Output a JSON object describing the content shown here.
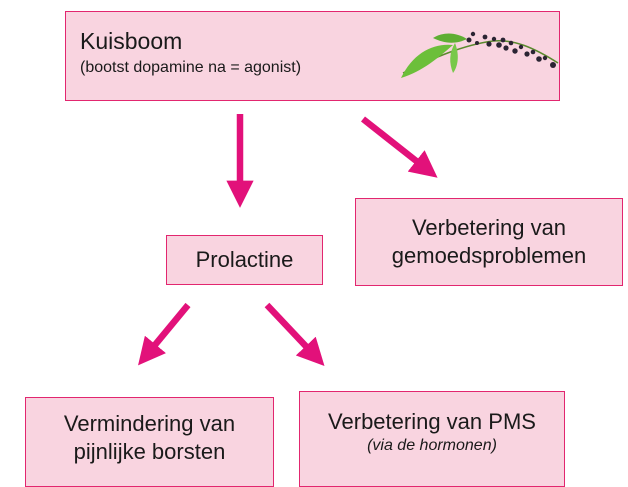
{
  "kuisboom": {
    "title": "Kuisboom",
    "subtitle": "(bootst dopamine na = agonist)"
  },
  "prolactine": {
    "label": "Prolactine"
  },
  "gemoed": {
    "line1": "Verbetering van",
    "line2": "gemoedsproblemen"
  },
  "borsten": {
    "line1": "Vermindering van",
    "line2": "pijnlijke borsten"
  },
  "pms": {
    "line1": "Verbetering van PMS",
    "line2": "(via de hormonen)"
  },
  "colors": {
    "box_fill": "#f9d4e0",
    "box_border": "#e2266f",
    "arrow": "#e2117a",
    "leaf": "#6cbf3a",
    "berry": "#2b2433"
  },
  "icons": {
    "plant": "chasteberry-branch-icon"
  }
}
